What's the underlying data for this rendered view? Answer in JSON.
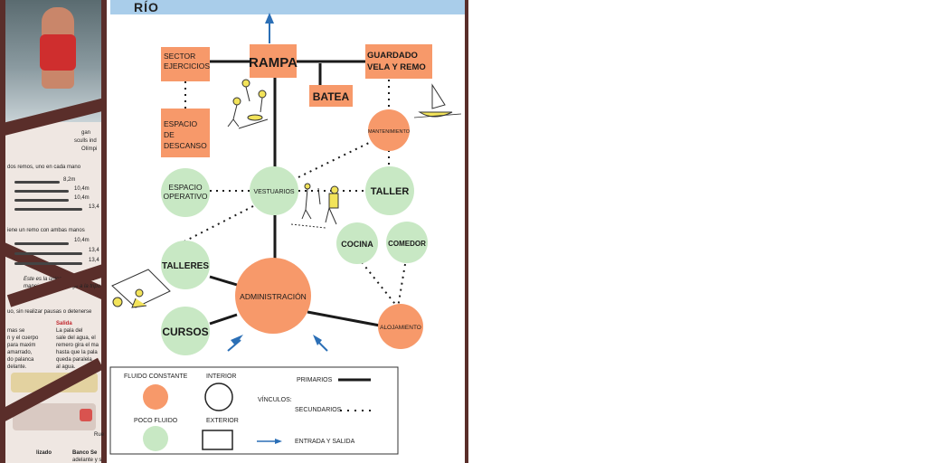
{
  "side_panel": {
    "caption_top": [
      "gan",
      "sculls ind",
      "Olímpi"
    ],
    "two_oars": "dos remos, uno en cada mano",
    "boat_lengths_1": [
      "8,2m",
      "10,4m",
      "10,4m",
      "13,4"
    ],
    "one_oar": "iene un remo con ambas manos",
    "boat_lengths_2": [
      "10,4m",
      "13,4",
      "13,4"
    ],
    "italic_note": [
      "Este es la única prueba con ti",
      "maneja el bote y dirige a la tripu"
    ],
    "pause_text": "uo, sin realizar pausas o detenerse",
    "salida_title": "Salida",
    "salida_left": [
      "mas se",
      "n y el cuerpo",
      "para maxim",
      "amarrado,",
      "do palanca",
      "delante."
    ],
    "salida_right": [
      "La pala del",
      "sale del agua, el",
      "remero gira el ma",
      "hasta que la pala",
      "queda paralela",
      "al agua."
    ],
    "bottom_left": "lizado",
    "bottom_right": "Banco Se",
    "bottom_right2": "adelante y s",
    "bottom_caption": "Rue"
  },
  "diagram": {
    "top_label": "RÍO",
    "nodes": {
      "sector": [
        "SECTOR",
        "EJERCICIOS"
      ],
      "rampa": "RAMPA",
      "guardado": [
        "GUARDADO",
        "VELA Y REMO"
      ],
      "batea": "BATEA",
      "descanso": [
        "ESPACIO",
        "DE",
        "DESCANSO"
      ],
      "mantenimiento": "MANTENIMIENTO",
      "espacio_operativo": [
        "ESPACIO",
        "OPERATIVO"
      ],
      "vestuarios": "VESTUARIOS",
      "taller": "TALLER",
      "cocina": "COCINA",
      "comedor": "COMEDOR",
      "talleres": "TALLERES",
      "administracion": "ADMINISTRACIÓN",
      "cursos": "CURSOS",
      "alojamiento": "ALOJAMIENTO"
    },
    "colors": {
      "orange": "#f7996a",
      "green": "#c8e8c4",
      "river": "#a9cdea",
      "arrow": "#2b6fb6",
      "frame": "#5a2e2a"
    }
  },
  "legend": {
    "fluido_constante": "FLUIDO CONSTANTE",
    "interior": "INTERIOR",
    "poco_fluido": "POCO FLUIDO",
    "exterior": "EXTERIOR",
    "vinculos": "VÍNCULOS:",
    "primarios": "PRIMARIOS",
    "secundarios": "SECUNDARIOS",
    "entrada_salida": "ENTRADA Y SALIDA"
  }
}
